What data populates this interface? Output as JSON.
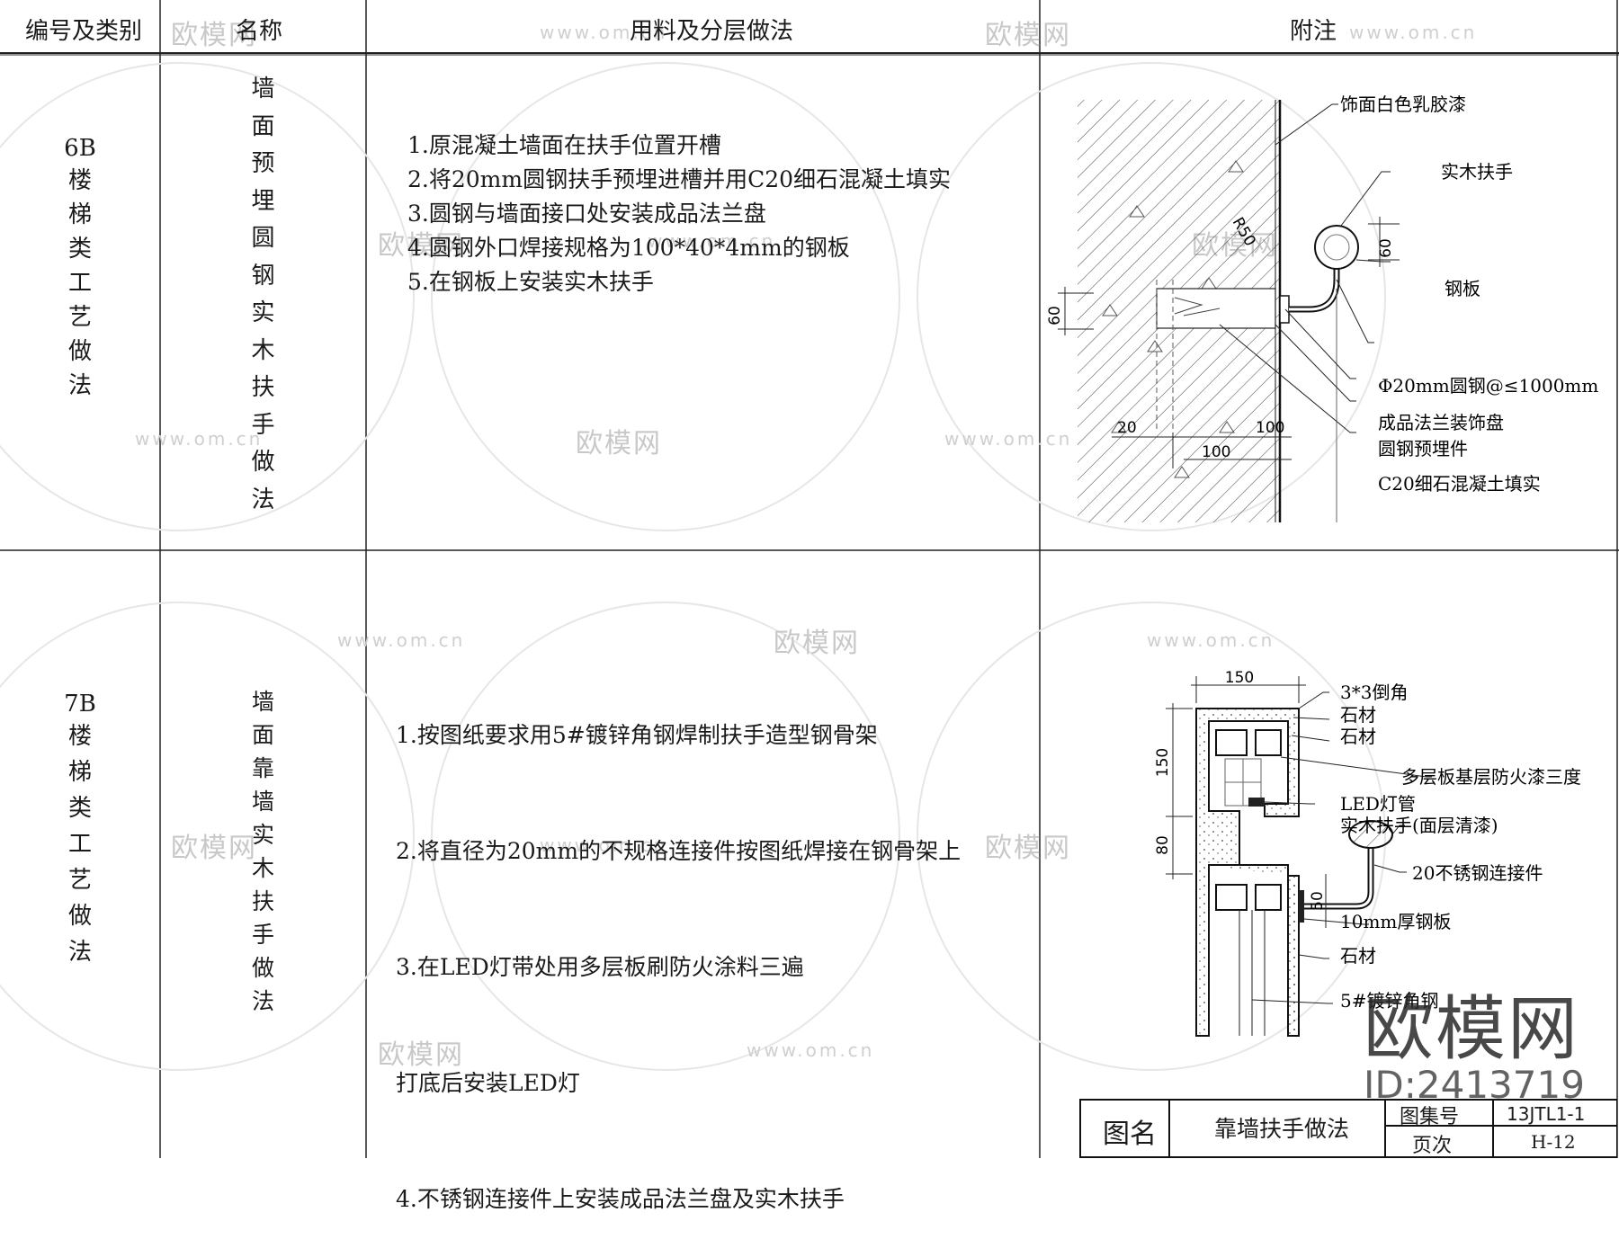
{
  "header": {
    "col1": "编号及类别",
    "col2": "名称",
    "col3": "用料及分层做法",
    "col4": "附注"
  },
  "row1": {
    "code": "6B",
    "category_chars": [
      "楼",
      "梯",
      "类",
      "工",
      "艺",
      "做",
      "法"
    ],
    "name_chars": [
      "墙",
      "面",
      "预",
      "埋",
      "圆",
      "钢",
      "实",
      "木",
      "扶",
      "手",
      "做",
      "法"
    ],
    "steps": [
      "1.原混凝土墙面在扶手位置开槽",
      "2.将20mm圆钢扶手预埋进槽并用C20细石混凝土填实",
      "3.圆钢与墙面接口处安装成品法兰盘",
      "4.圆钢外口焊接规格为100*40*4mm的钢板",
      "5.在钢板上安装实木扶手"
    ],
    "labels": {
      "paint": "饰面白色乳胶漆",
      "handrail": "实木扶手",
      "plate": "钢板",
      "rod": "Φ20mm圆钢@≤1000mm",
      "flange": "成品法兰装饰盘",
      "embed": "圆钢预埋件",
      "fill": "C20细石混凝土填实"
    },
    "dims": {
      "d60a": "60",
      "d60b": "60",
      "d20": "20",
      "d100a": "100",
      "d100b": "100",
      "r": "R50"
    }
  },
  "row2": {
    "code": "7B",
    "category_chars": [
      "楼",
      "梯",
      "类",
      "工",
      "艺",
      "做",
      "法"
    ],
    "name_chars": [
      "墙",
      "面",
      "靠",
      "墙",
      "实",
      "木",
      "扶",
      "手",
      "做",
      "法"
    ],
    "steps": [
      "1.按图纸要求用5#镀锌角钢焊制扶手造型钢骨架",
      "2.将直径为20mm的不规格连接件按图纸焊接在钢骨架上",
      "3.在LED灯带处用多层板刷防火涂料三遍",
      "  打底后安装LED灯",
      "4.不锈钢连接件上安装成品法兰盘及实木扶手"
    ],
    "labels": {
      "chamfer": "3*3倒角",
      "stone1": "石材",
      "stone2": "石材",
      "plywood": "多层板基层防火漆三度",
      "led": "LED灯管",
      "handrail": "实木扶手(面层清漆)",
      "connector": "20不锈钢连接件",
      "plate": "10mm厚钢板",
      "stone3": "石材",
      "angle": "5#镀锌角钢"
    },
    "dims": {
      "d150a": "150",
      "d150b": "150",
      "d80": "80",
      "d50": "50"
    }
  },
  "titleblock": {
    "name_label": "图名",
    "name_value": "靠墙扶手做法",
    "set_label": "图集号",
    "set_value": "13JTL1-1",
    "page_label": "页次",
    "page_value": "H-12"
  },
  "watermark": {
    "brand": "欧模网",
    "id": "ID:2413719",
    "url": "www.om.cn"
  }
}
